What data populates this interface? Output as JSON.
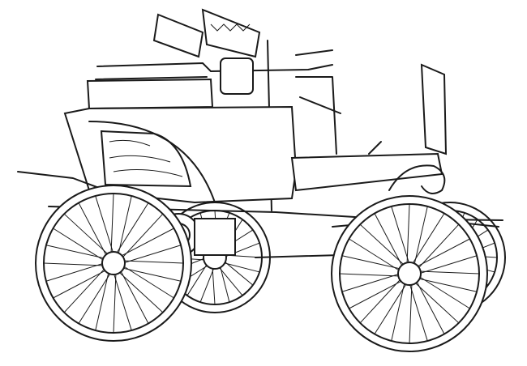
{
  "illustration": {
    "subject_icon": "antique-automobile-line-drawing",
    "wheels": [
      {
        "name": "rear-wheel-near",
        "spokes": 24
      },
      {
        "name": "rear-wheel-far",
        "spokes": 20
      },
      {
        "name": "front-wheel-near",
        "spokes": 24
      },
      {
        "name": "front-wheel-far",
        "spokes": 20
      }
    ]
  },
  "colors": {
    "ink": "#1a1a1a",
    "paper": "#ffffff"
  }
}
